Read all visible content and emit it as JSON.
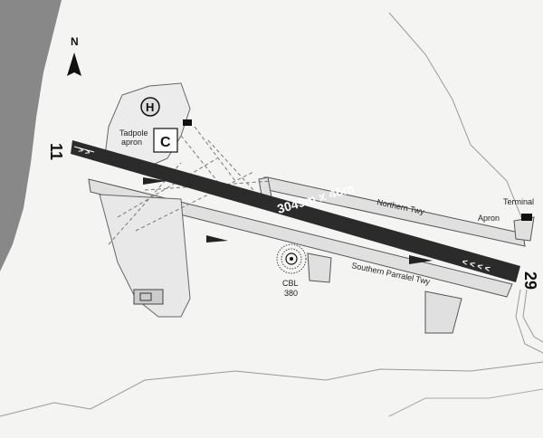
{
  "map": {
    "north": "N",
    "runway": {
      "dimensions": "3049m x 46m",
      "end_west": "11",
      "end_east": "29"
    },
    "labels": {
      "northern_twy": "Northern Twy",
      "southern_twy": "Southern Parralel Twy",
      "tadpole_line1": "Tadpole",
      "tadpole_line2": "apron",
      "terminal": "Terminal",
      "apron": "Apron",
      "heliport": "H",
      "control_tower": "C",
      "navaid_line1": "CBL",
      "navaid_line2": "380"
    },
    "colors": {
      "runway": "#2b2b2b",
      "sea": "#888888",
      "taxiway_fill": "#dcdcdc",
      "background": "#f4f4f2"
    }
  }
}
